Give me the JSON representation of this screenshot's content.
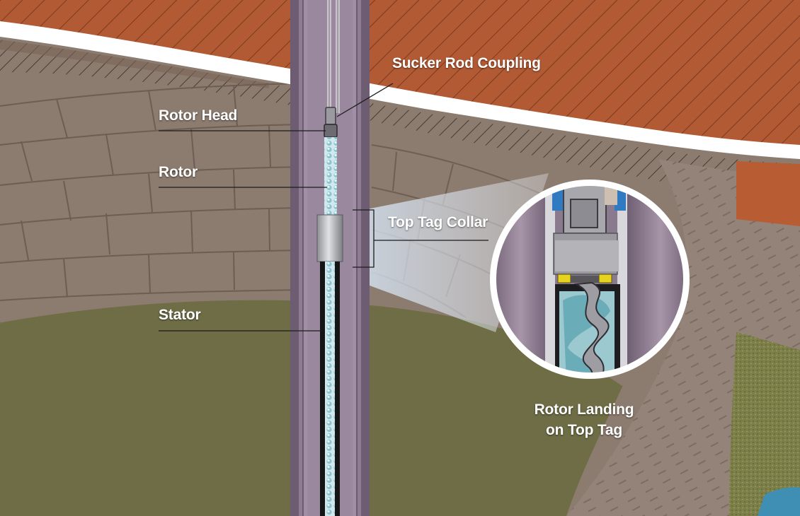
{
  "labels": {
    "sucker_rod_coupling": "Sucker Rod Coupling",
    "rotor_head": "Rotor Head",
    "rotor": "Rotor",
    "top_tag_collar": "Top Tag Collar",
    "stator": "Stator",
    "rotor_landing_line1": "Rotor Landing",
    "rotor_landing_line2": "on Top Tag"
  },
  "colors": {
    "soil_brown": "#b25a34",
    "rock_tan": "#8c7b6f",
    "formation_green": "#6e6d45",
    "casing_purple": "#8e7c93",
    "stator_black": "#151515",
    "rotor_light_blue": "#b6dde4",
    "collar_silver": "#b9babe",
    "label_white": "#ffffff"
  }
}
